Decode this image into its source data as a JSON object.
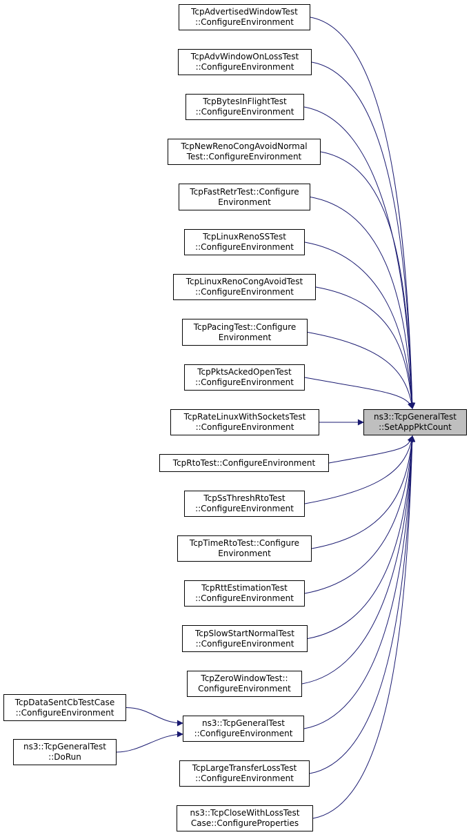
{
  "edge_color": "#191970",
  "target": {
    "lines": [
      "ns3::TcpGeneralTest",
      "::SetAppPktCount"
    ],
    "fill": "#bfbfbf"
  },
  "callers": [
    {
      "id": "advertised-window",
      "lines": [
        "TcpAdvertisedWindowTest",
        "::ConfigureEnvironment"
      ]
    },
    {
      "id": "adv-window-on-loss",
      "lines": [
        "TcpAdvWindowOnLossTest",
        "::ConfigureEnvironment"
      ]
    },
    {
      "id": "bytes-in-flight",
      "lines": [
        "TcpBytesInFlightTest",
        "::ConfigureEnvironment"
      ]
    },
    {
      "id": "new-reno-cong-avoid",
      "lines": [
        "TcpNewRenoCongAvoidNormal",
        "Test::ConfigureEnvironment"
      ]
    },
    {
      "id": "fast-retr",
      "lines": [
        "TcpFastRetrTest::Configure",
        "Environment"
      ]
    },
    {
      "id": "linux-reno-ss",
      "lines": [
        "TcpLinuxRenoSSTest",
        "::ConfigureEnvironment"
      ]
    },
    {
      "id": "linux-reno-cong-avoid",
      "lines": [
        "TcpLinuxRenoCongAvoidTest",
        "::ConfigureEnvironment"
      ]
    },
    {
      "id": "pacing",
      "lines": [
        "TcpPacingTest::Configure",
        "Environment"
      ]
    },
    {
      "id": "pkts-acked-open",
      "lines": [
        "TcpPktsAckedOpenTest",
        "::ConfigureEnvironment"
      ]
    },
    {
      "id": "rate-linux-with-sockets",
      "lines": [
        "TcpRateLinuxWithSocketsTest",
        "::ConfigureEnvironment"
      ]
    },
    {
      "id": "rto",
      "lines": [
        "TcpRtoTest::ConfigureEnvironment"
      ]
    },
    {
      "id": "ss-thresh-rto",
      "lines": [
        "TcpSsThreshRtoTest",
        "::ConfigureEnvironment"
      ]
    },
    {
      "id": "time-rto",
      "lines": [
        "TcpTimeRtoTest::Configure",
        "Environment"
      ]
    },
    {
      "id": "rtt-estimation",
      "lines": [
        "TcpRttEstimationTest",
        "::ConfigureEnvironment"
      ]
    },
    {
      "id": "slow-start-normal",
      "lines": [
        "TcpSlowStartNormalTest",
        "::ConfigureEnvironment"
      ]
    },
    {
      "id": "zero-window",
      "lines": [
        "TcpZeroWindowTest::",
        "ConfigureEnvironment"
      ]
    },
    {
      "id": "general-test-configure",
      "lines": [
        "ns3::TcpGeneralTest",
        "::ConfigureEnvironment"
      ]
    },
    {
      "id": "large-transfer-loss",
      "lines": [
        "TcpLargeTransferLossTest",
        "::ConfigureEnvironment"
      ]
    },
    {
      "id": "close-with-loss",
      "lines": [
        "ns3::TcpCloseWithLossTest",
        "Case::ConfigureProperties"
      ]
    }
  ],
  "second_level_callers": [
    {
      "id": "data-sent-cb",
      "lines": [
        "TcpDataSentCbTestCase",
        "::ConfigureEnvironment"
      ]
    },
    {
      "id": "general-test-dorun",
      "lines": [
        "ns3::TcpGeneralTest",
        "::DoRun"
      ]
    }
  ]
}
